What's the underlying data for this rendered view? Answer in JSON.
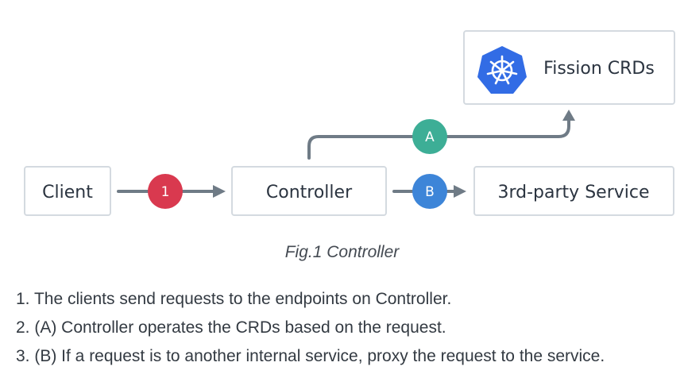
{
  "nodes": {
    "client": "Client",
    "controller": "Controller",
    "fission_crds": "Fission CRDs",
    "third_party": "3rd-party Service"
  },
  "badges": {
    "step1": "1",
    "path_a": "A",
    "path_b": "B"
  },
  "icons": {
    "kubernetes": "kubernetes-helm-icon"
  },
  "colors": {
    "badge_1": "#d9394f",
    "badge_a": "#3dae96",
    "badge_b": "#3d85d8",
    "kubernetes": "#326ce5",
    "connector": "#6f7b86",
    "box_border": "#d4dae0"
  },
  "caption": "Fig.1 Controller",
  "steps": [
    "1. The clients send requests to the endpoints on Controller.",
    "2. (A) Controller operates the CRDs based on the request.",
    "3. (B) If a request is to another internal service, proxy the request to the service."
  ]
}
